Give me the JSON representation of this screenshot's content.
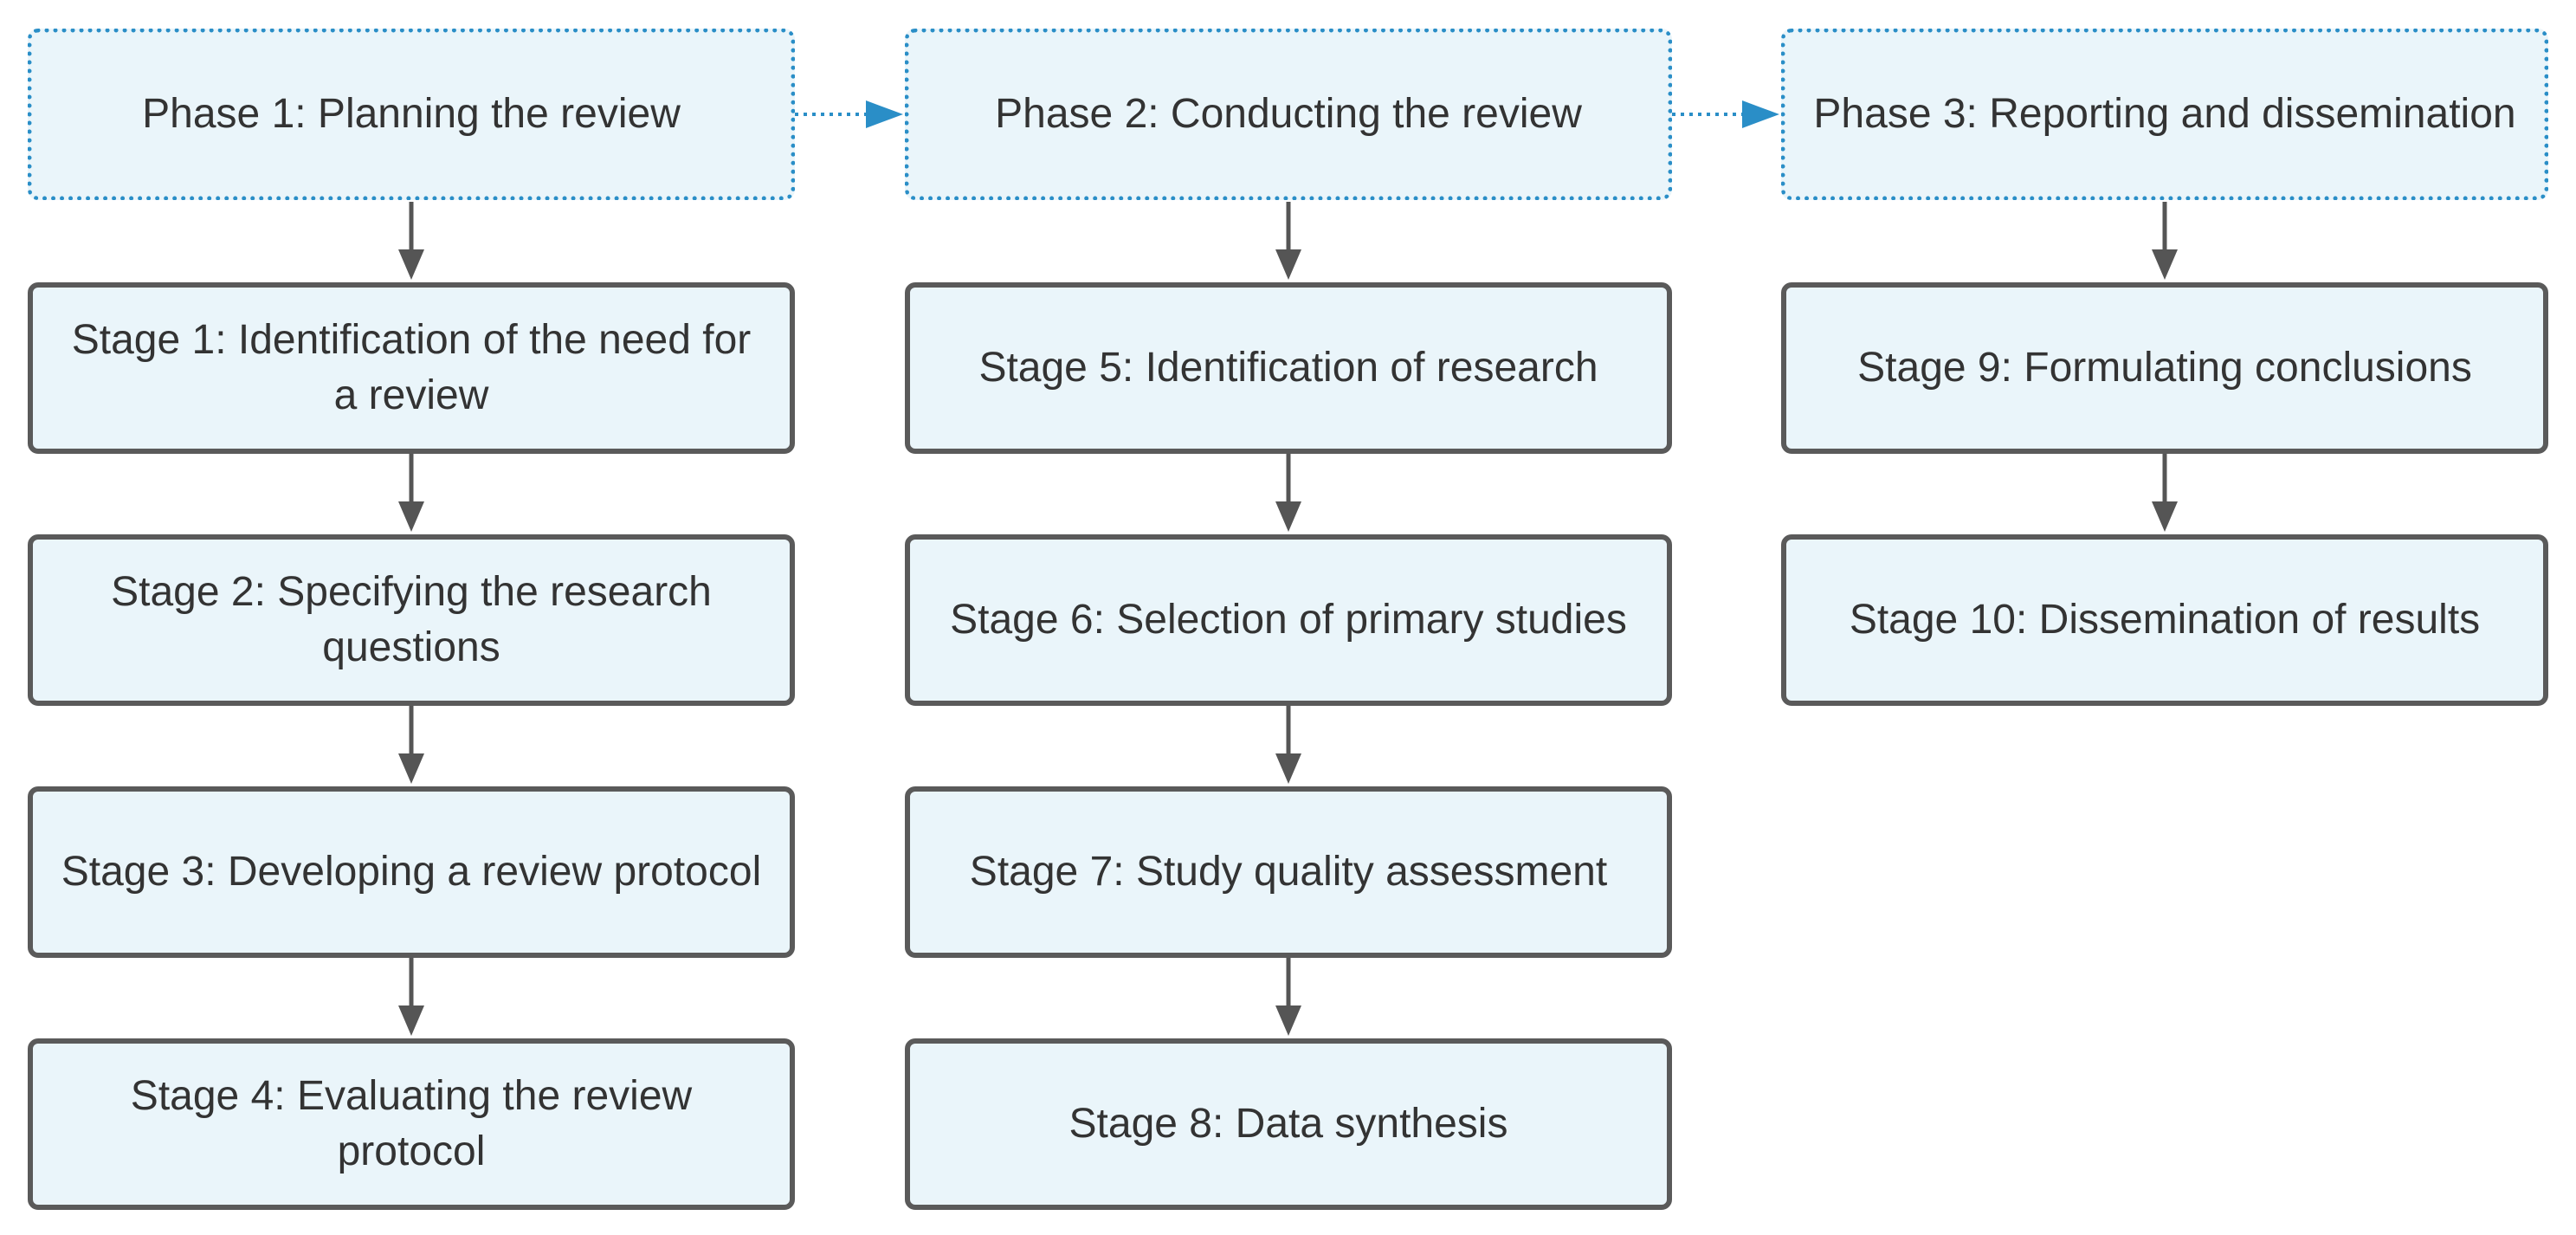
{
  "phases": [
    {
      "label": "Phase 1: Planning the review"
    },
    {
      "label": "Phase 2: Conducting the review"
    },
    {
      "label": "Phase 3: Reporting and dissemination"
    }
  ],
  "stages": [
    {
      "label": "Stage 1: Identification of the need for a review"
    },
    {
      "label": "Stage 2: Specifying the research questions"
    },
    {
      "label": "Stage 3: Developing a review protocol"
    },
    {
      "label": "Stage 4: Evaluating the review protocol"
    },
    {
      "label": "Stage 5: Identification of research"
    },
    {
      "label": "Stage 6: Selection of primary studies"
    },
    {
      "label": "Stage 7: Study quality assessment"
    },
    {
      "label": "Stage 8: Data synthesis"
    },
    {
      "label": "Stage 9: Formulating conclusions"
    },
    {
      "label": "Stage 10: Dissemination of results"
    }
  ],
  "colors": {
    "box_fill": "#eaf5fa",
    "phase_border": "#2a8ec7",
    "stage_border": "#5a5a5a",
    "phase_arrow": "#2a8ec7",
    "flow_arrow": "#555555",
    "text": "#333333"
  }
}
